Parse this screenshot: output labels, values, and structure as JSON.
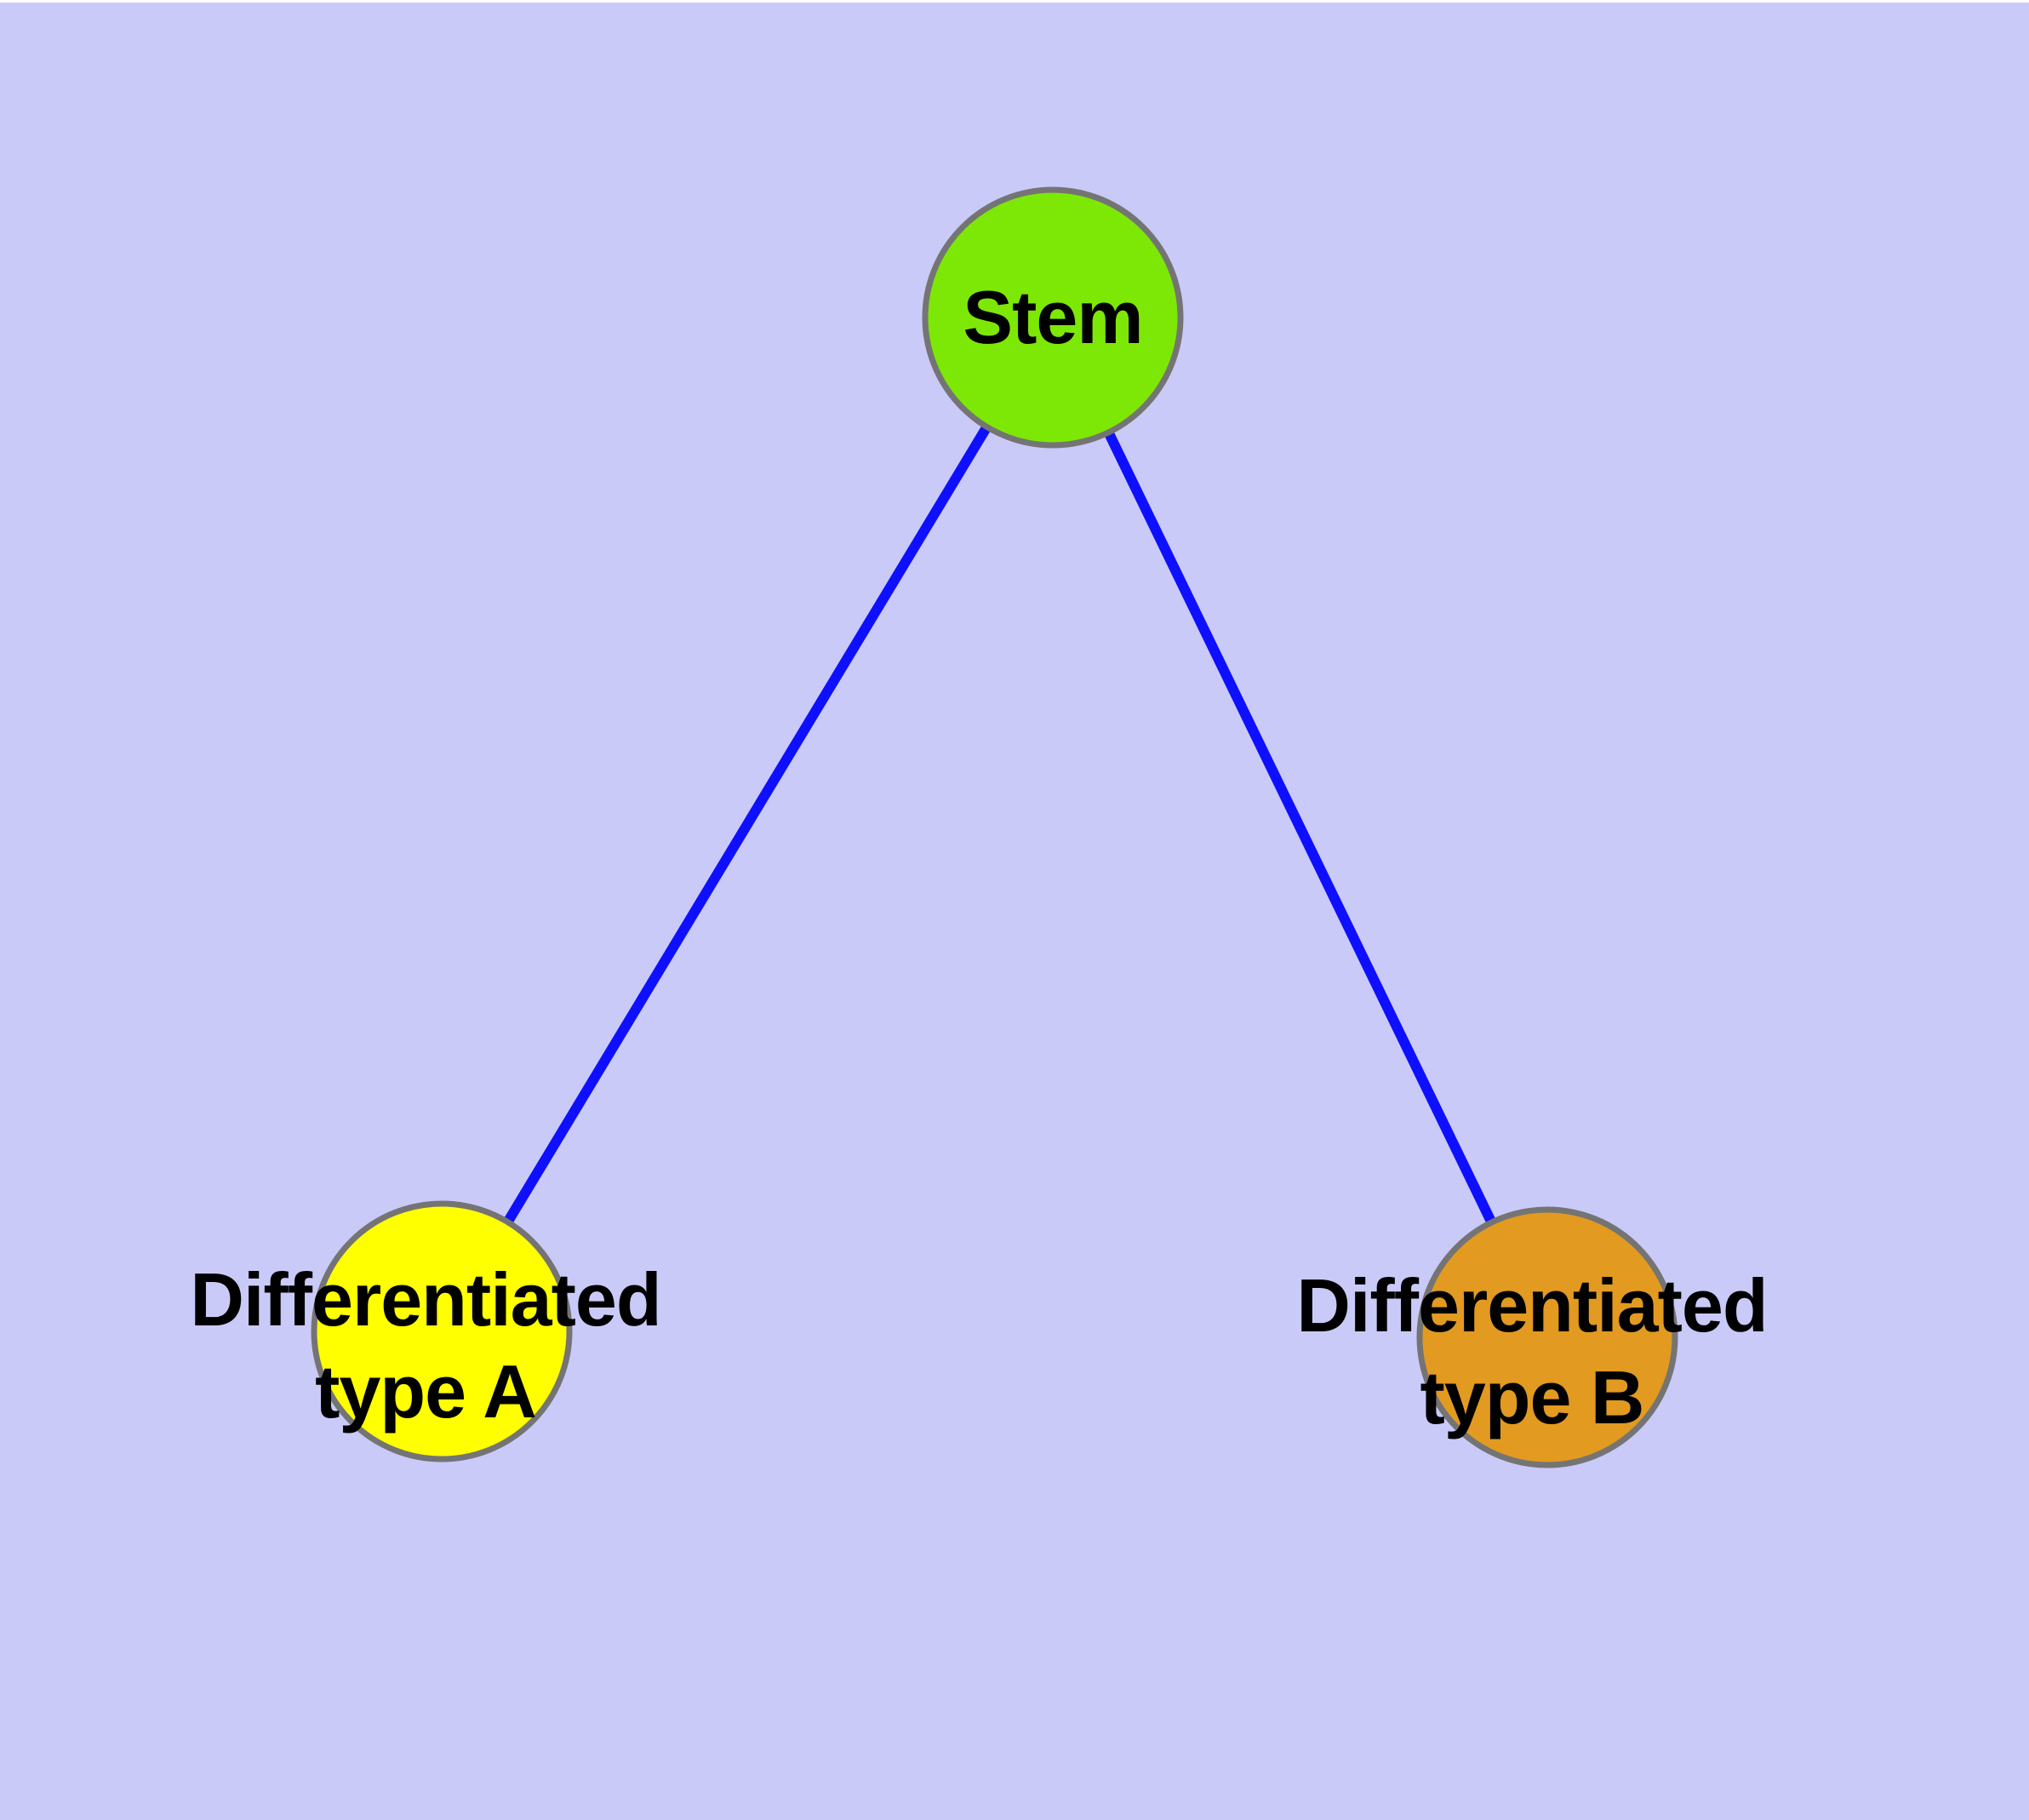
{
  "graph": {
    "background_color": "#CACAF8",
    "top_edge_color": "#FFFFFF",
    "edge_color": "#0F0FFF",
    "node_border_color": "#747474",
    "label_color": "#000000",
    "nodes": [
      {
        "id": "stem",
        "label": "Stem",
        "color": "#7DE805"
      },
      {
        "id": "differentiated-type-a",
        "label": "Differentiated\ntype A",
        "color": "#FFFF00"
      },
      {
        "id": "differentiated-type-b",
        "label": "Differentiated\ntype B",
        "color": "#E29A20"
      }
    ],
    "edges": [
      {
        "from": "stem",
        "to": "differentiated-type-a"
      },
      {
        "from": "stem",
        "to": "differentiated-type-b"
      }
    ]
  }
}
